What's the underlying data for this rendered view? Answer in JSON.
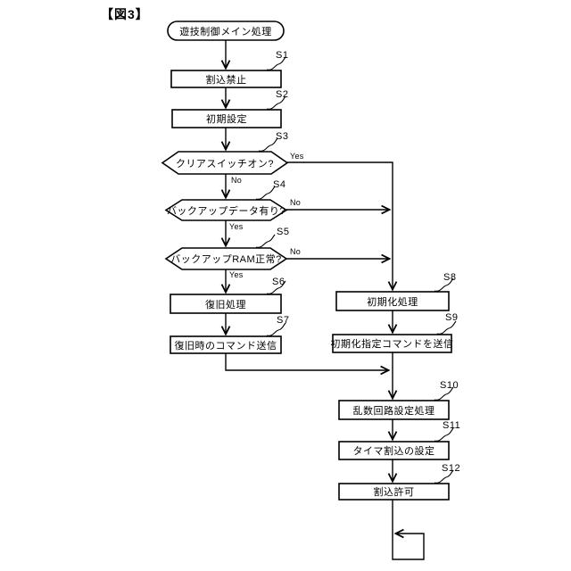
{
  "figure": {
    "label": "【図3】"
  },
  "colors": {
    "line": "#000000",
    "background": "#ffffff"
  },
  "nodes": {
    "start": {
      "label": "遊技制御メイン処理",
      "type": "terminal"
    },
    "s1": {
      "tag": "S1",
      "label": "割込禁止",
      "type": "process"
    },
    "s2": {
      "tag": "S2",
      "label": "初期設定",
      "type": "process"
    },
    "s3": {
      "tag": "S3",
      "label": "クリアスイッチオン?",
      "type": "decision",
      "yes": "Yes",
      "no": "No"
    },
    "s4": {
      "tag": "S4",
      "label": "バックアップデータ有り?",
      "type": "decision",
      "yes": "Yes",
      "no": "No"
    },
    "s5": {
      "tag": "S5",
      "label": "バックアップRAM正常?",
      "type": "decision",
      "yes": "Yes",
      "no": "No"
    },
    "s6": {
      "tag": "S6",
      "label": "復旧処理",
      "type": "process"
    },
    "s7": {
      "tag": "S7",
      "label": "復旧時のコマンド送信",
      "type": "process"
    },
    "s8": {
      "tag": "S8",
      "label": "初期化処理",
      "type": "process"
    },
    "s9": {
      "tag": "S9",
      "label": "初期化指定コマンドを送信",
      "type": "process"
    },
    "s10": {
      "tag": "S10",
      "label": "乱数回路設定処理",
      "type": "process"
    },
    "s11": {
      "tag": "S11",
      "label": "タイマ割込の設定",
      "type": "process"
    },
    "s12": {
      "tag": "S12",
      "label": "割込許可",
      "type": "process"
    }
  }
}
